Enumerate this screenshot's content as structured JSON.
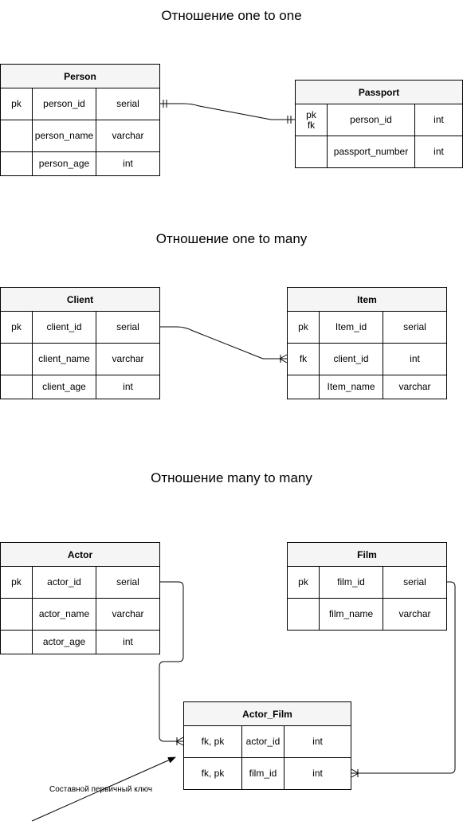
{
  "headings": {
    "one_to_one": "Отношение one to one",
    "one_to_many": "Отношение one  to many",
    "many_to_many": "Отношение many  to many"
  },
  "tables": {
    "person": {
      "name": "Person",
      "rows": [
        [
          "pk",
          "person_id",
          "serial"
        ],
        [
          "",
          "person_name",
          "varchar"
        ],
        [
          "",
          "person_age",
          "int"
        ]
      ]
    },
    "passport": {
      "name": "Passport",
      "rows": [
        [
          "pk\nfk",
          "person_id",
          "int"
        ],
        [
          "",
          "passport_number",
          "int"
        ]
      ]
    },
    "client": {
      "name": "Client",
      "rows": [
        [
          "pk",
          "client_id",
          "serial"
        ],
        [
          "",
          "client_name",
          "varchar"
        ],
        [
          "",
          "client_age",
          "int"
        ]
      ]
    },
    "item": {
      "name": "Item",
      "rows": [
        [
          "pk",
          "Item_id",
          "serial"
        ],
        [
          "fk",
          "client_id",
          "int"
        ],
        [
          "",
          "Item_name",
          "varchar"
        ]
      ]
    },
    "actor": {
      "name": "Actor",
      "rows": [
        [
          "pk",
          "actor_id",
          "serial"
        ],
        [
          "",
          "actor_name",
          "varchar"
        ],
        [
          "",
          "actor_age",
          "int"
        ]
      ]
    },
    "film": {
      "name": "Film",
      "rows": [
        [
          "pk",
          "film_id",
          "serial"
        ],
        [
          "",
          "film_name",
          "varchar"
        ]
      ]
    },
    "actor_film": {
      "name": "Actor_Film",
      "rows": [
        [
          "fk, pk",
          "actor_id",
          "int"
        ],
        [
          "fk, pk",
          "film_id",
          "int"
        ]
      ]
    }
  },
  "annotation": "Составной первичный ключ"
}
